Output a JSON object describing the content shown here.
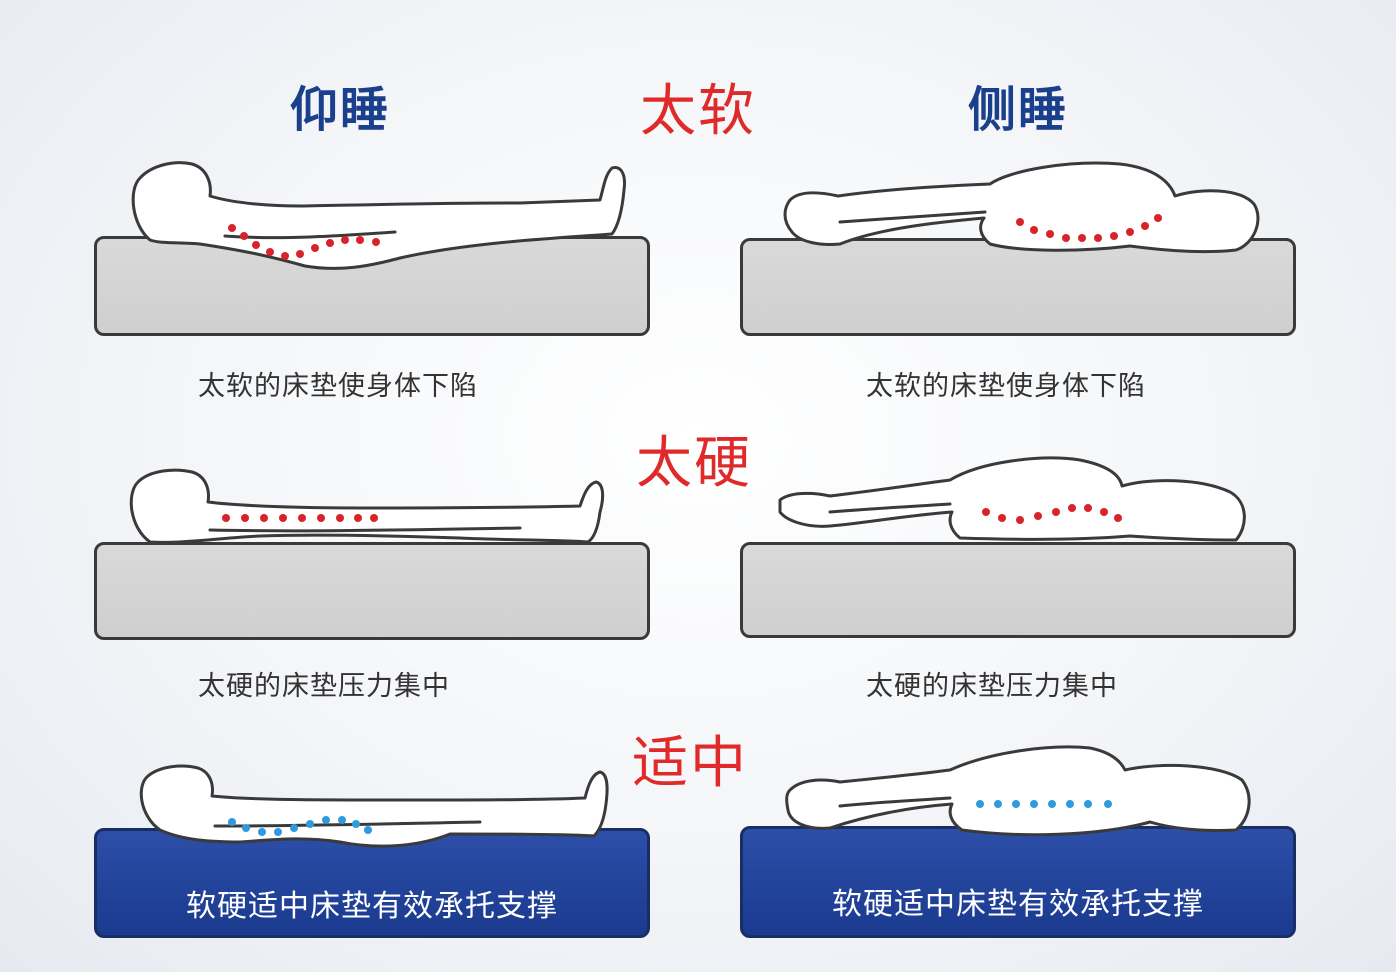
{
  "columns": {
    "supine": "仰睡",
    "side": "侧睡"
  },
  "sections": {
    "soft": {
      "title": "太软",
      "caption_left": "太软的床垫使身体下陷",
      "caption_right": "太软的床垫使身体下陷"
    },
    "hard": {
      "title": "太硬",
      "caption_left": "太硬的床垫压力集中",
      "caption_right": "太硬的床垫压力集中"
    },
    "medium": {
      "title": "适中",
      "label_left": "软硬适中床垫有效承托支撑",
      "label_right": "软硬适中床垫有效承托支撑"
    }
  },
  "colors": {
    "header_blue": "#1a3f8c",
    "title_red": "#e02a2a",
    "dots_red": "#d8232a",
    "dots_blue": "#2e9ae0",
    "mattress_gray": "#d4d4d4",
    "mattress_blue": "#1f3f96"
  }
}
